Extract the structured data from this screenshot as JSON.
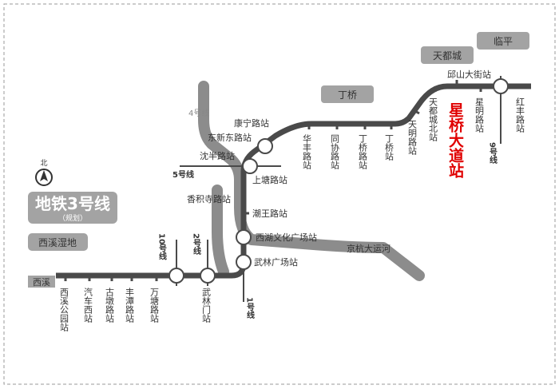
{
  "title": "地铁3号线",
  "subtitle": "（规划）",
  "north_label": "北",
  "areas": {
    "xixi_wetland": "西溪湿地",
    "xixi": "西溪",
    "dingqiao": "丁桥",
    "tianducheng": "天都城",
    "linping": "临平",
    "grand_canal": "京杭大运河"
  },
  "other_lines": {
    "line4": "4号线",
    "line5": "5号线",
    "line10": "10号线",
    "line2": "2号线",
    "line1": "1号线",
    "line9": "9号线"
  },
  "stations": {
    "xixi_park": "西溪公园站",
    "qichexi": "汽车西站",
    "gudun": "古墩路站",
    "fengtan": "丰潭路站",
    "wantang": "万塘路站",
    "wulinmen": "武林门站",
    "wulin_square": "武林广场站",
    "xihu_culture": "西湖文化广场站",
    "chaowang": "潮王路站",
    "xiangjisi": "香积寺路站",
    "shangtang": "上塘路站",
    "shenban": "沈半路站",
    "dongxindong": "东新东路站",
    "kangning": "康宁路站",
    "huafeng": "华丰路站",
    "tongxie": "同协路站",
    "dingqiao_road": "丁桥路站",
    "dingqiao_st": "丁桥站",
    "tianming": "天明路站",
    "tianducheng_north": "天都城北站",
    "xingqiao": "星桥大道站",
    "xingming": "星明路站",
    "qiushan": "邱山大街站",
    "hongfeng": "红丰路站"
  },
  "colors": {
    "line3": "#4a4a4a",
    "other_line": "#8c8c8c",
    "label_box": "#a3a3a3",
    "highlight": "#e00000",
    "border": "#999999"
  }
}
